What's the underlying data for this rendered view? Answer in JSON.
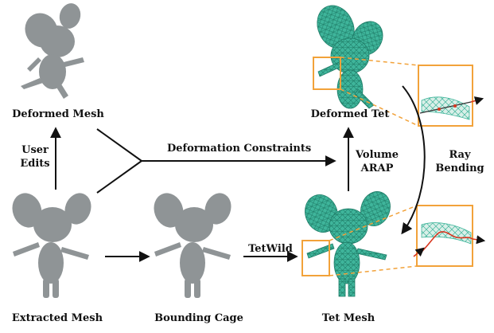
{
  "labels": {
    "deformed_mesh": "Deformed Mesh",
    "user_edits_line1": "User",
    "user_edits_line2": "Edits",
    "deformation_constraints": "Deformation Constraints",
    "volume_arap_line1": "Volume",
    "volume_arap_line2": "ARAP",
    "ray_bending_line1": "Ray",
    "ray_bending_line2": "Bending",
    "deformed_tet": "Deformed Tet",
    "tetwild": "TetWild",
    "extracted_mesh": "Extracted Mesh",
    "bounding_cage": "Bounding Cage",
    "tet_mesh": "Tet Mesh"
  },
  "colors": {
    "mesh_gray": "#8f9496",
    "tet_green": "#3fb59b",
    "tet_line": "#1f7d68",
    "inset_orange": "#f2a23a",
    "ray_red": "#d8361f",
    "arrow": "#111111"
  }
}
